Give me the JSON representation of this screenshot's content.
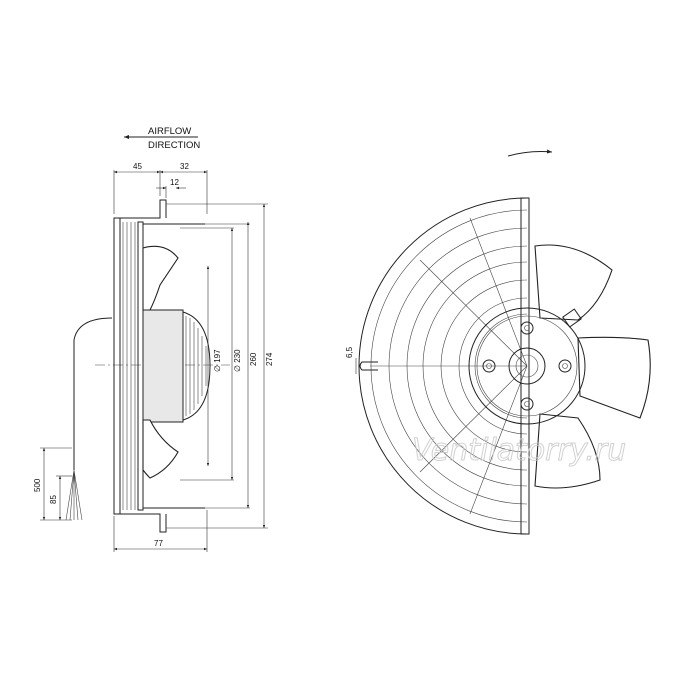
{
  "airflow": {
    "line1": "AIRFLOW",
    "line2": "DIRECTION"
  },
  "dimensions": {
    "d45": "45",
    "d32": "32",
    "d12": "12",
    "dia197": "∅ 197",
    "dia230": "∅ 230",
    "d260": "260",
    "d274": "274",
    "d500": "500",
    "d85": "85",
    "d77": "77",
    "d6_5": "6,5"
  },
  "watermark": "Ventilatorry.ru"
}
